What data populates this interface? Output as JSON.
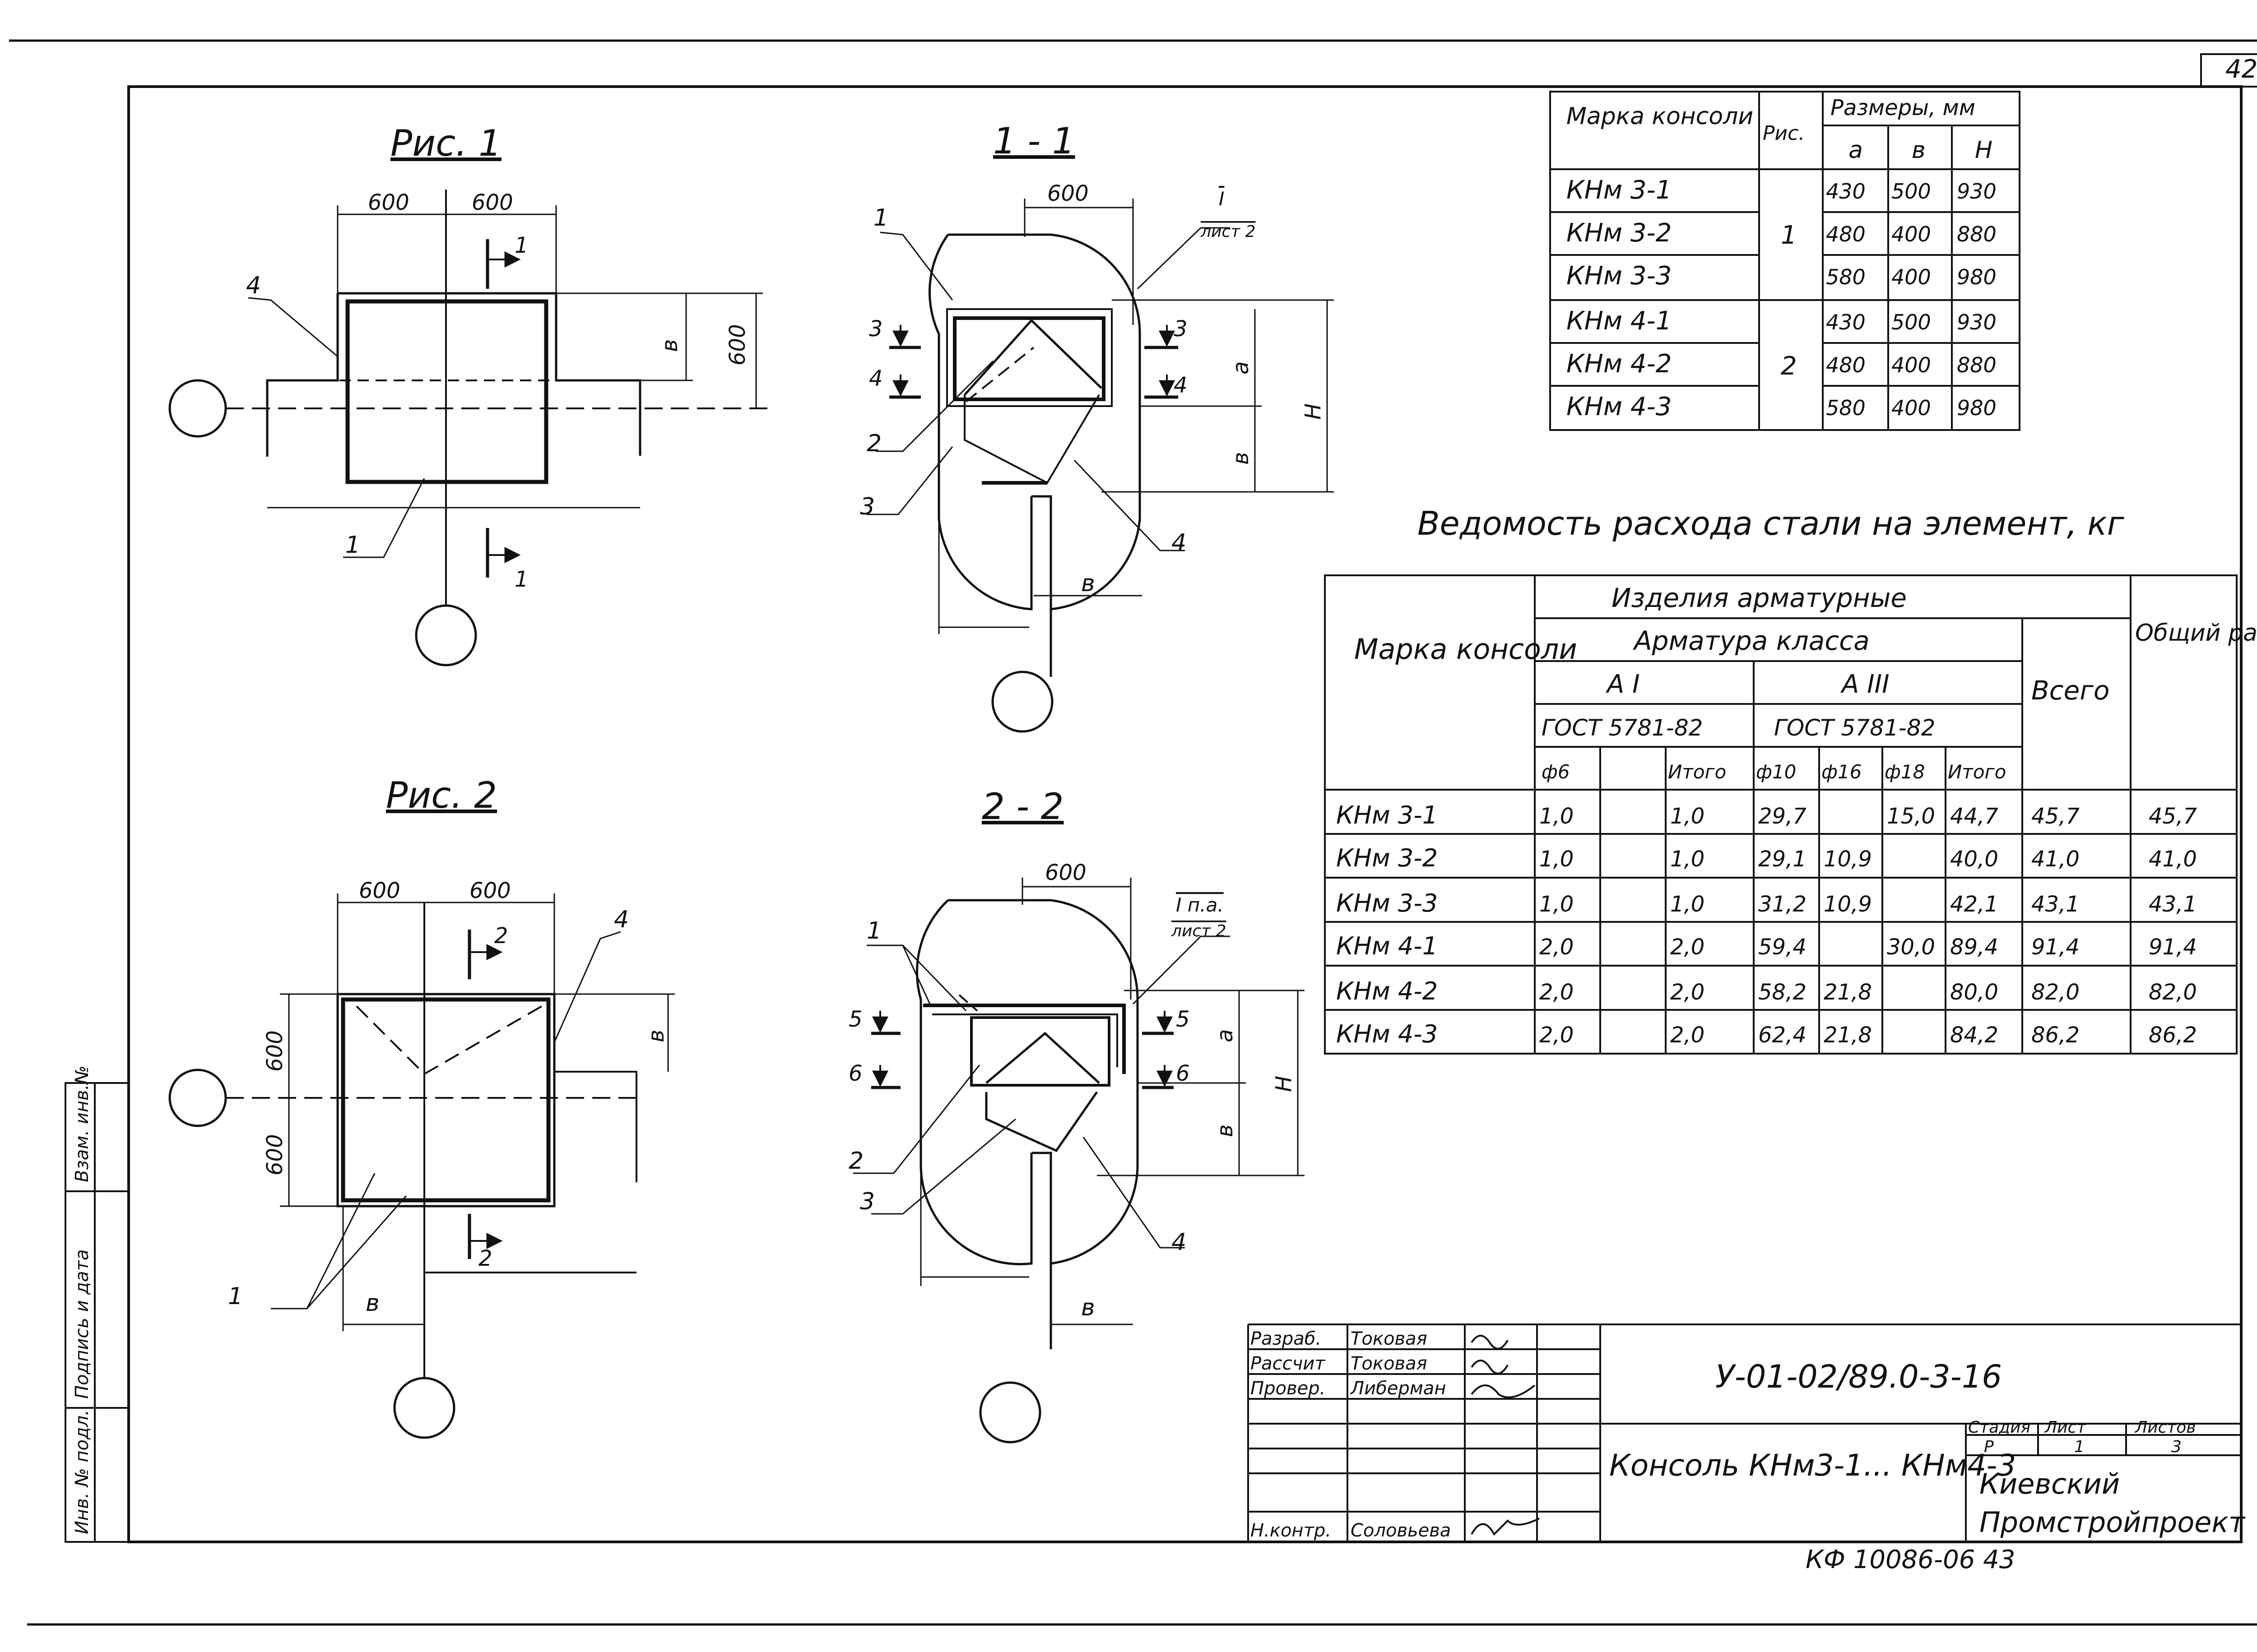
{
  "sheet": {
    "page_corner": "42",
    "bottom_note": "КФ 10086-06   43"
  },
  "stamp": {
    "left_labels": [
      "Взам. инв.№",
      "Подпись и дата",
      "Инв. № подл."
    ],
    "roles": [
      "Разраб.",
      "Рассчит",
      "Провер.",
      "Н.контр."
    ],
    "names": [
      "Токовая",
      "Токовая",
      "Либерман",
      "Соловьева"
    ],
    "doc_code": "У-01-02/89.0-3-16",
    "title": "Консоль КНм3-1... КНм4-3",
    "stage_header": "Стадия",
    "sheet_header": "Лист",
    "sheets_header": "Листов",
    "stage": "Р",
    "sheet_no": "1",
    "sheets": "3",
    "org1": "Киевский",
    "org2": "Промстройпроект"
  },
  "views": {
    "fig1": {
      "title": "Рис. 1",
      "dim_left": "600",
      "dim_right": "600",
      "dim_h": "600",
      "dim_b": "в",
      "sec": "1",
      "labels": [
        "4",
        "1"
      ]
    },
    "fig2": {
      "title": "Рис. 2",
      "dim_left": "600",
      "dim_right": "600",
      "dim_h1": "600",
      "dim_h2": "600",
      "dim_b": "в",
      "dim_b2": "в",
      "sec": "2",
      "labels": [
        "4",
        "1"
      ]
    },
    "sec1": {
      "title": "1 - 1",
      "dim_top": "600",
      "ref1": "I",
      "ref2": "лист 2",
      "dim_a": "а",
      "dim_b": "в",
      "dim_H": "H",
      "dim_b_bottom": "в",
      "labels": [
        "1",
        "2",
        "3",
        "4"
      ],
      "cut1": "3",
      "cut2": "4"
    },
    "sec2": {
      "title": "2 - 2",
      "dim_top": "600",
      "ref1": "I п.а.",
      "ref2": "лист 2",
      "dim_a": "а",
      "dim_b": "в",
      "dim_H": "H",
      "dim_b_bottom": "в",
      "labels": [
        "1",
        "2",
        "3",
        "4"
      ],
      "cut1": "5",
      "cut2": "6"
    }
  },
  "dims_table": {
    "h_mark": "Марка консоли",
    "h_fig": "Рис.",
    "h_sizes": "Размеры, мм",
    "h_a": "а",
    "h_b": "в",
    "h_H": "H",
    "rows": [
      {
        "mark": "КНм 3-1",
        "fig": "1",
        "a": "430",
        "b": "500",
        "H": "930"
      },
      {
        "mark": "КНм 3-2",
        "fig": "1",
        "a": "480",
        "b": "400",
        "H": "880"
      },
      {
        "mark": "КНм 3-3",
        "fig": "1",
        "a": "580",
        "b": "400",
        "H": "980"
      },
      {
        "mark": "КНм 4-1",
        "fig": "2",
        "a": "430",
        "b": "500",
        "H": "930"
      },
      {
        "mark": "КНм 4-2",
        "fig": "2",
        "a": "480",
        "b": "400",
        "H": "880"
      },
      {
        "mark": "КНм 4-3",
        "fig": "2",
        "a": "580",
        "b": "400",
        "H": "980"
      }
    ]
  },
  "steel_table": {
    "caption": "Ведомость расхода стали на элемент, кг",
    "h_mark": "Марка консоли",
    "h_items": "Изделия арматурные",
    "h_class": "Арматура класса",
    "h_a1": "А I",
    "h_a3": "А III",
    "h_gost1": "ГОСТ 5781-82",
    "h_gost2": "ГОСТ 5781-82",
    "h_total": "Всего",
    "h_overall": "Общий расход",
    "sub": [
      "ф6",
      "",
      "Итого",
      "ф10",
      "ф16",
      "ф18",
      "Итого"
    ],
    "rows": [
      [
        "КНм 3-1",
        "1,0",
        "",
        "1,0",
        "29,7",
        "",
        "15,0",
        "44,7",
        "45,7",
        "45,7"
      ],
      [
        "КНм 3-2",
        "1,0",
        "",
        "1,0",
        "29,1",
        "10,9",
        "",
        "40,0",
        "41,0",
        "41,0"
      ],
      [
        "КНм 3-3",
        "1,0",
        "",
        "1,0",
        "31,2",
        "10,9",
        "",
        "42,1",
        "43,1",
        "43,1"
      ],
      [
        "КНм 4-1",
        "2,0",
        "",
        "2,0",
        "59,4",
        "",
        "30,0",
        "89,4",
        "91,4",
        "91,4"
      ],
      [
        "КНм 4-2",
        "2,0",
        "",
        "2,0",
        "58,2",
        "21,8",
        "",
        "80,0",
        "82,0",
        "82,0"
      ],
      [
        "КНм 4-3",
        "2,0",
        "",
        "2,0",
        "62,4",
        "21,8",
        "",
        "84,2",
        "86,2",
        "86,2"
      ]
    ]
  }
}
